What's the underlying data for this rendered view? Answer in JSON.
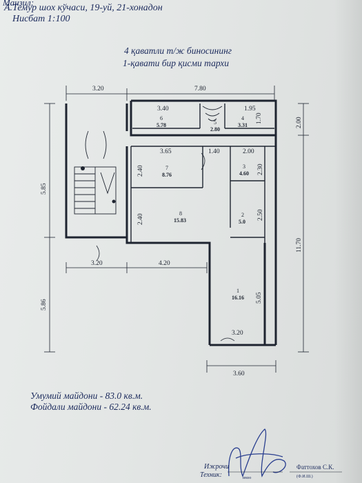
{
  "header": {
    "line1": "Манзил:",
    "line2": "А.Темур шох кўчаси, 19-уй, 21-хонадон",
    "scale": "Нисбат 1:100"
  },
  "title": {
    "line1": "4 қаватли т/ж биносининг",
    "line2": "1-қавати бир қисми тархи"
  },
  "dimensions": {
    "top_left": "3.20",
    "top_right": "7.80",
    "r6_width": "3.40",
    "r4_width": "1.95",
    "r4_depth": "1.70",
    "right_top": "2.00",
    "r7_width": "3.65",
    "mid_140": "1.40",
    "r3_width": "2.00",
    "r3_depth": "2.30",
    "r2_depth": "2.50",
    "r7_depth": "2.40",
    "r8_depth": "2.40",
    "right_total": "11.70",
    "left_585": "5.85",
    "left_586": "5.86",
    "bottom_left": "3.20",
    "bottom_mid": "4.20",
    "r1_depth": "5.05",
    "r1_inner": "3.20",
    "bottom_total": "3.60"
  },
  "rooms": [
    {
      "num": "6",
      "area": "5.78"
    },
    {
      "num": "5",
      "area": "2.80"
    },
    {
      "num": "4",
      "area": "3.31"
    },
    {
      "num": "7",
      "area": "8.76"
    },
    {
      "num": "3",
      "area": "4.60"
    },
    {
      "num": "8",
      "area": "15.83"
    },
    {
      "num": "2",
      "area": "5.0"
    },
    {
      "num": "1",
      "area": "16.16"
    }
  ],
  "areas": {
    "total": "Умумий майдони - 83.0 кв.м.",
    "useful": "Фойдали майдони - 62.24 кв.м."
  },
  "signature": {
    "performer_label": "Ижрочи",
    "technician_label": "Техник:",
    "name": "Фаттохов С.К.",
    "caption_sign": "имзо",
    "caption_fio": "(Ф.И.Ш.)"
  },
  "colors": {
    "ink": "#1e2430",
    "text_blue": "#1b2a5c",
    "signature": "#2a3f8f"
  }
}
